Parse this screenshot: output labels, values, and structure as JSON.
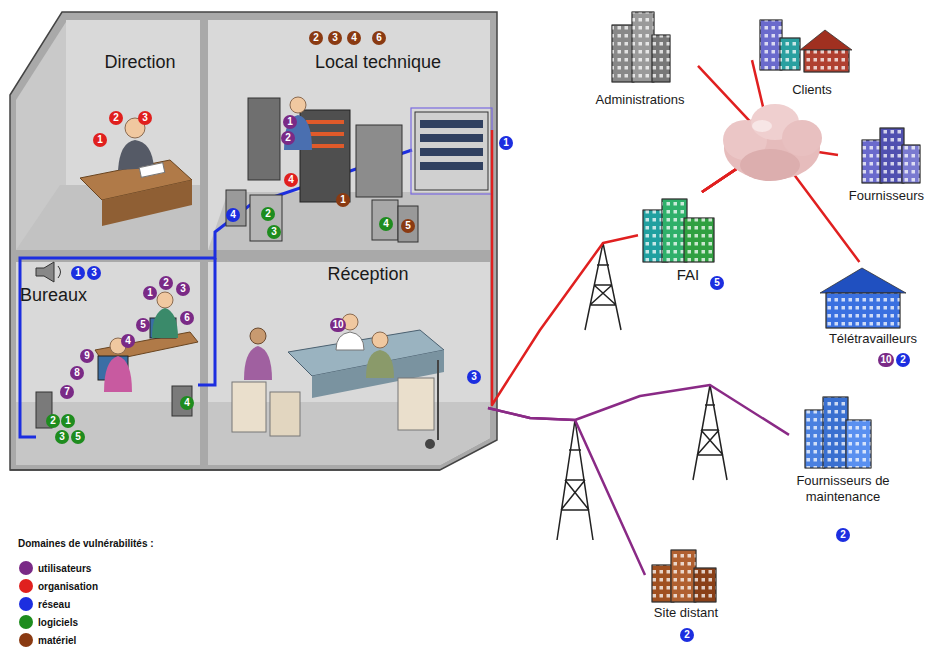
{
  "diagram": {
    "nodes": [
      {
        "text": [
          "Direction"
        ]
      },
      {
        "text": [
          "Local technique"
        ]
      },
      {
        "text": [
          "Administrations"
        ]
      },
      {
        "text": [
          "Clients"
        ]
      },
      {
        "text": [
          "Fournisseurs"
        ]
      },
      {
        "text": [
          "FAI"
        ]
      },
      {
        "text": [
          "Bureaux"
        ]
      },
      {
        "text": [
          "Réception"
        ]
      },
      {
        "text": [
          "Télétravailleurs"
        ]
      },
      {
        "text": [
          "Fournisseurs de maintenance"
        ]
      },
      {
        "text": [
          "Site distant"
        ]
      }
    ],
    "edges": [
      {
        "from": 1,
        "to": 5,
        "arrow": "none"
      },
      {
        "from": 5,
        "to": 2,
        "arrow": "none"
      },
      {
        "from": 5,
        "to": 3,
        "arrow": "none"
      },
      {
        "from": 5,
        "to": 4,
        "arrow": "none"
      },
      {
        "from": 5,
        "to": 8,
        "arrow": "none"
      },
      {
        "from": 7,
        "to": 10,
        "arrow": "none"
      },
      {
        "from": 7,
        "to": 9,
        "arrow": "none"
      }
    ],
    "labels": [
      "1",
      "2",
      "3",
      "2",
      "3",
      "4",
      "6",
      "1",
      "2",
      "4",
      "1",
      "4",
      "2",
      "3",
      "4",
      "5",
      "1",
      "1",
      "3",
      "2",
      "3",
      "1",
      "6",
      "5",
      "4",
      "9",
      "8",
      "7",
      "4",
      "2",
      "1",
      "3",
      "5",
      "10",
      "3",
      "5",
      "10",
      "2",
      "2",
      "2",
      "Domaines de vulnérabilités :"
    ],
    "legend": [
      {
        "text": "utilisateurs",
        "color": "#7a2a86"
      },
      {
        "text": "organisation",
        "color": "#e0201e"
      },
      {
        "text": "réseau",
        "color": "#1c2ee0"
      },
      {
        "text": "logiciels",
        "color": "#1e8c1e"
      },
      {
        "text": "matériel",
        "color": "#8a3a12"
      }
    ]
  }
}
